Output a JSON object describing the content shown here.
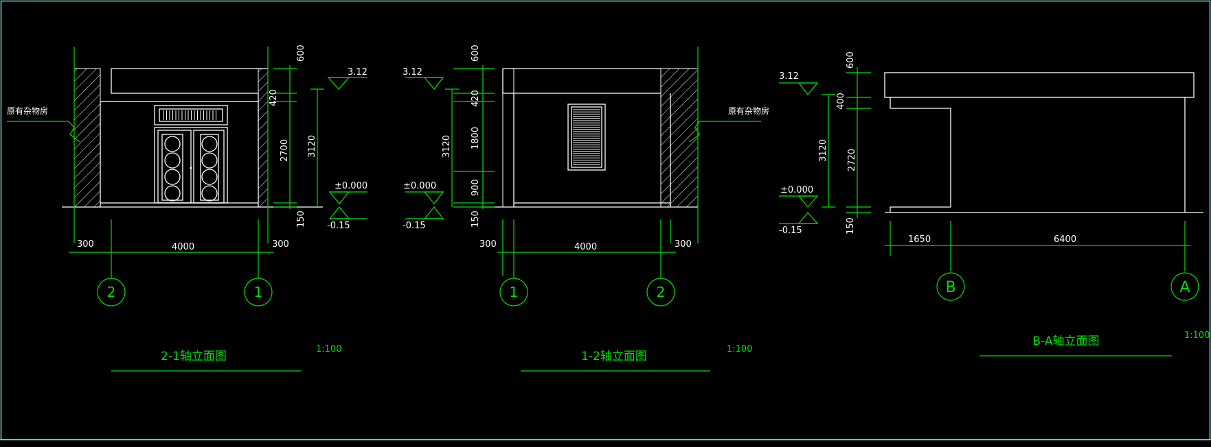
{
  "drawing": {
    "colors": {
      "background": "#000000",
      "lines": "#ffffff",
      "annotation": "#00e000",
      "frame": "#7fd4d4"
    },
    "views": [
      {
        "id": "elev-2-1",
        "title": "2-1轴立面图",
        "scale": "1:100",
        "neighbor_label": "原有杂物房",
        "levels": {
          "top": "3.12",
          "ground": "±0.000",
          "below": "-0.15"
        },
        "vertical_dims": [
          "600",
          "420",
          "2700",
          "150"
        ],
        "total_height": "3120",
        "horizontal_dims": [
          "300",
          "4000",
          "300"
        ],
        "axes": [
          "2",
          "1"
        ]
      },
      {
        "id": "elev-1-2",
        "title": "1-2轴立面图",
        "scale": "1:100",
        "neighbor_label": "原有杂物房",
        "levels": {
          "top": "3.12",
          "ground": "±0.000",
          "below": "-0.15"
        },
        "vertical_dims": [
          "600",
          "420",
          "1800",
          "900",
          "150"
        ],
        "total_height": "3120",
        "horizontal_dims": [
          "300",
          "4000",
          "300"
        ],
        "axes": [
          "1",
          "2"
        ]
      },
      {
        "id": "elev-b-a",
        "title": "B-A轴立面图",
        "scale": "1:100",
        "levels": {
          "top": "3.12",
          "ground": "±0.000",
          "below": "-0.15"
        },
        "vertical_dims": [
          "600",
          "400",
          "2720",
          "150"
        ],
        "total_height": "3120",
        "horizontal_dims": [
          "1650",
          "6400"
        ],
        "axes": [
          "B",
          "A"
        ]
      }
    ]
  }
}
